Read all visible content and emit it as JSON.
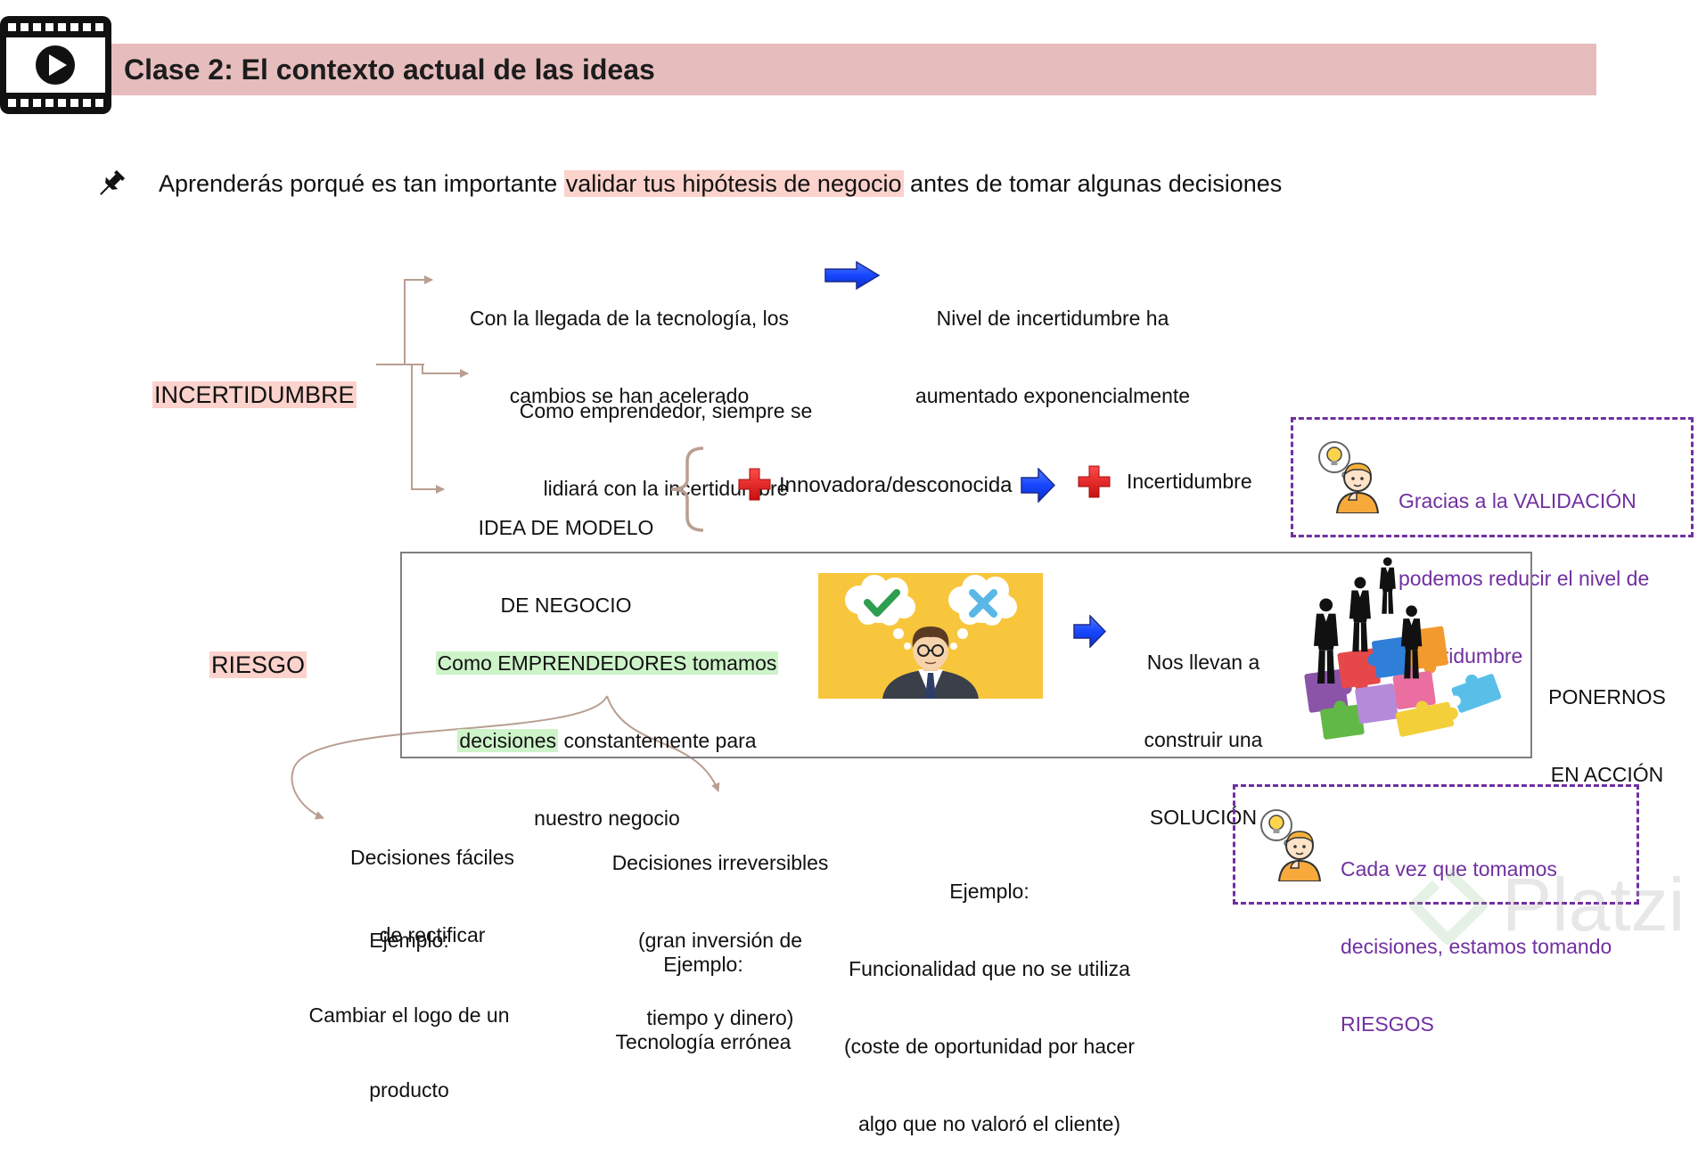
{
  "header": {
    "title": "Clase 2: El contexto actual de las ideas"
  },
  "intro": {
    "text_before": "Aprenderás porqué es tan importante ",
    "highlight": "validar tus hipótesis de negocio",
    "text_after": " antes de tomar algunas decisiones"
  },
  "incertidumbre": {
    "label": "INCERTIDUMBRE",
    "technology": {
      "lines": [
        "Con la llegada de la tecnología, los",
        "cambios se han acelerado"
      ]
    },
    "technology_result": {
      "lines": [
        "Nivel de incertidumbre ha",
        "aumentado exponencialmente"
      ]
    },
    "entrepreneur": {
      "lines": [
        "Como emprendedor, siempre se",
        "lidiará con la incertidumbre"
      ]
    },
    "business_idea": {
      "lines": [
        "IDEA DE MODELO",
        "DE NEGOCIO"
      ],
      "plus_term": "Innovadora/desconocida",
      "result_term": "Incertidumbre"
    },
    "validation_note": {
      "lines": [
        "Gracias a la VALIDACIÓN",
        "podemos reducir el nivel de",
        "incertidumbre"
      ]
    }
  },
  "riesgo": {
    "label": "RIESGO",
    "decisions": {
      "highlight_line1": "Como EMPRENDEDORES tomamos",
      "highlight_word": "decisiones",
      "line2_rest": " constantemente para",
      "line3": "nuestro negocio"
    },
    "solution": {
      "lines": [
        "Nos llevan a",
        "construir una",
        "SOLUCIÓN"
      ]
    },
    "action": {
      "lines": [
        "PONERNOS",
        "EN ACCIÓN"
      ]
    },
    "easy_decisions": {
      "lines": [
        "Decisiones fáciles",
        "de rectificar"
      ],
      "example": [
        "Ejemplo:",
        "Cambiar el logo de un",
        "producto"
      ]
    },
    "irreversible_decisions": {
      "lines": [
        "Decisiones irreversibles",
        "(gran inversión de",
        "tiempo y dinero)"
      ],
      "example": [
        "Ejemplo:",
        "Tecnología errónea"
      ]
    },
    "opportunity_cost_example": {
      "lines": [
        "Ejemplo:",
        "Funcionalidad que no se utiliza",
        "(coste de oportunidad por hacer",
        "algo que no valoró el cliente)"
      ]
    },
    "risk_note": {
      "lines": [
        "Cada vez que tomamos",
        "decisiones, estamos tomando",
        "RIESGOS"
      ]
    }
  },
  "watermark": {
    "text": "Platzi"
  },
  "icons": {
    "video": "video-play-icon",
    "pin": "pushpin-icon",
    "arrow": "blue-arrow-right-icon",
    "plus": "red-plus-icon",
    "idea_person": "idea-person-icon",
    "thinking_man": "thinking-man-image",
    "puzzle_team": "puzzle-team-image",
    "logo": "platzi-logo-icon"
  },
  "colors": {
    "title_bar": "#e6bcbc",
    "highlight_pink": "#fbd2cc",
    "highlight_green": "#cdf3c9",
    "purple": "#7030a0",
    "connector": "#b99e92",
    "box_border": "#7f7f7f",
    "arrow_blue": "#1747ff",
    "cross_red": "#e31b1b",
    "image_yellow": "#f8c63d"
  }
}
